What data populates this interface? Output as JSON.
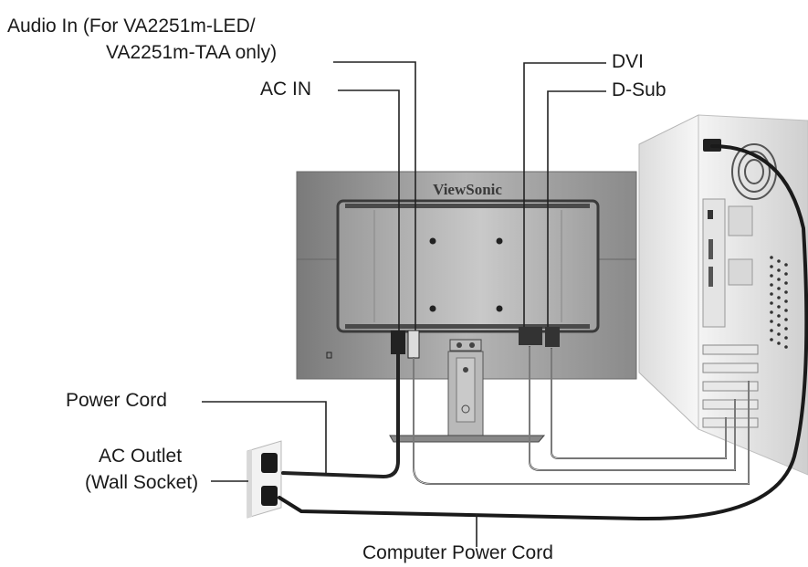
{
  "labels": {
    "audio_in_line1": "Audio In (For VA2251m-LED/",
    "audio_in_line2": "VA2251m-TAA only)",
    "ac_in": "AC IN",
    "dvi": "DVI",
    "d_sub": "D-Sub",
    "power_cord": "Power Cord",
    "ac_outlet_line1": "AC Outlet",
    "ac_outlet_line2": "(Wall Socket)",
    "computer_power_cord": "Computer Power Cord"
  },
  "monitor": {
    "brand": "ViewSonic"
  },
  "colors": {
    "monitor_body": "#8f8f8f",
    "monitor_panel": "#a9a9a9",
    "pc_case": "#eeeeee",
    "cable": "#222222",
    "text": "#1a1a1a"
  }
}
